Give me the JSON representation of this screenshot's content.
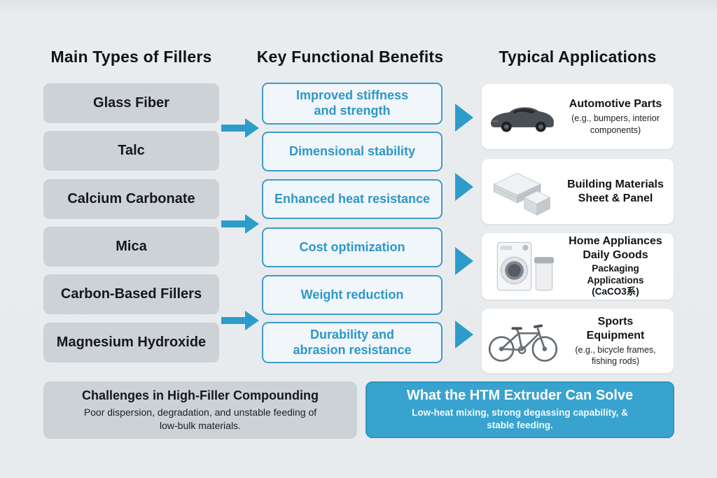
{
  "colors": {
    "background": "#e8ebee",
    "accent_blue": "#2e9ccb",
    "filler_box_bg": "#cdd2d7",
    "benefit_border": "#3f9cc6",
    "benefit_text": "#2f97c6",
    "solution_bg": "#38a3cf"
  },
  "columns": {
    "fillers": {
      "heading": "Main Types of Fillers",
      "items": [
        "Glass Fiber",
        "Talc",
        "Calcium Carbonate",
        "Mica",
        "Carbon-Based Fillers",
        "Magnesium Hydroxide"
      ]
    },
    "benefits": {
      "heading": "Key Functional Benefits",
      "items": [
        "Improved stiffness\nand strength",
        "Dimensional stability",
        "Enhanced heat resistance",
        "Cost optimization",
        "Weight reduction",
        "Durability and\nabrasion resistance"
      ]
    },
    "applications": {
      "heading": "Typical Applications",
      "cards": [
        {
          "icon": "car-icon",
          "title": "Automotive Parts",
          "note": "(e.g., bumpers, interior\ncomponents)"
        },
        {
          "icon": "building-panels-icon",
          "title": "Building Materials\nSheet & Panel"
        },
        {
          "icon": "washing-machine-icon",
          "title": "Home Appliances\nDaily Goods",
          "subtitle": "Packaging Applications\n(CaCO3系)"
        },
        {
          "icon": "bicycle-icon",
          "title": "Sports\nEquipment",
          "note": "(e.g., bicycle frames,\nfishing rods)"
        }
      ]
    }
  },
  "footer": {
    "challenges": {
      "title": "Challenges in High-Filler Compounding",
      "body": "Poor dispersion, degradation, and unstable feeding of\nlow-bulk materials."
    },
    "solution": {
      "title": "What the HTM Extruder Can Solve",
      "body": "Low-heat mixing, strong degassing capability, &\nstable feeding."
    }
  }
}
